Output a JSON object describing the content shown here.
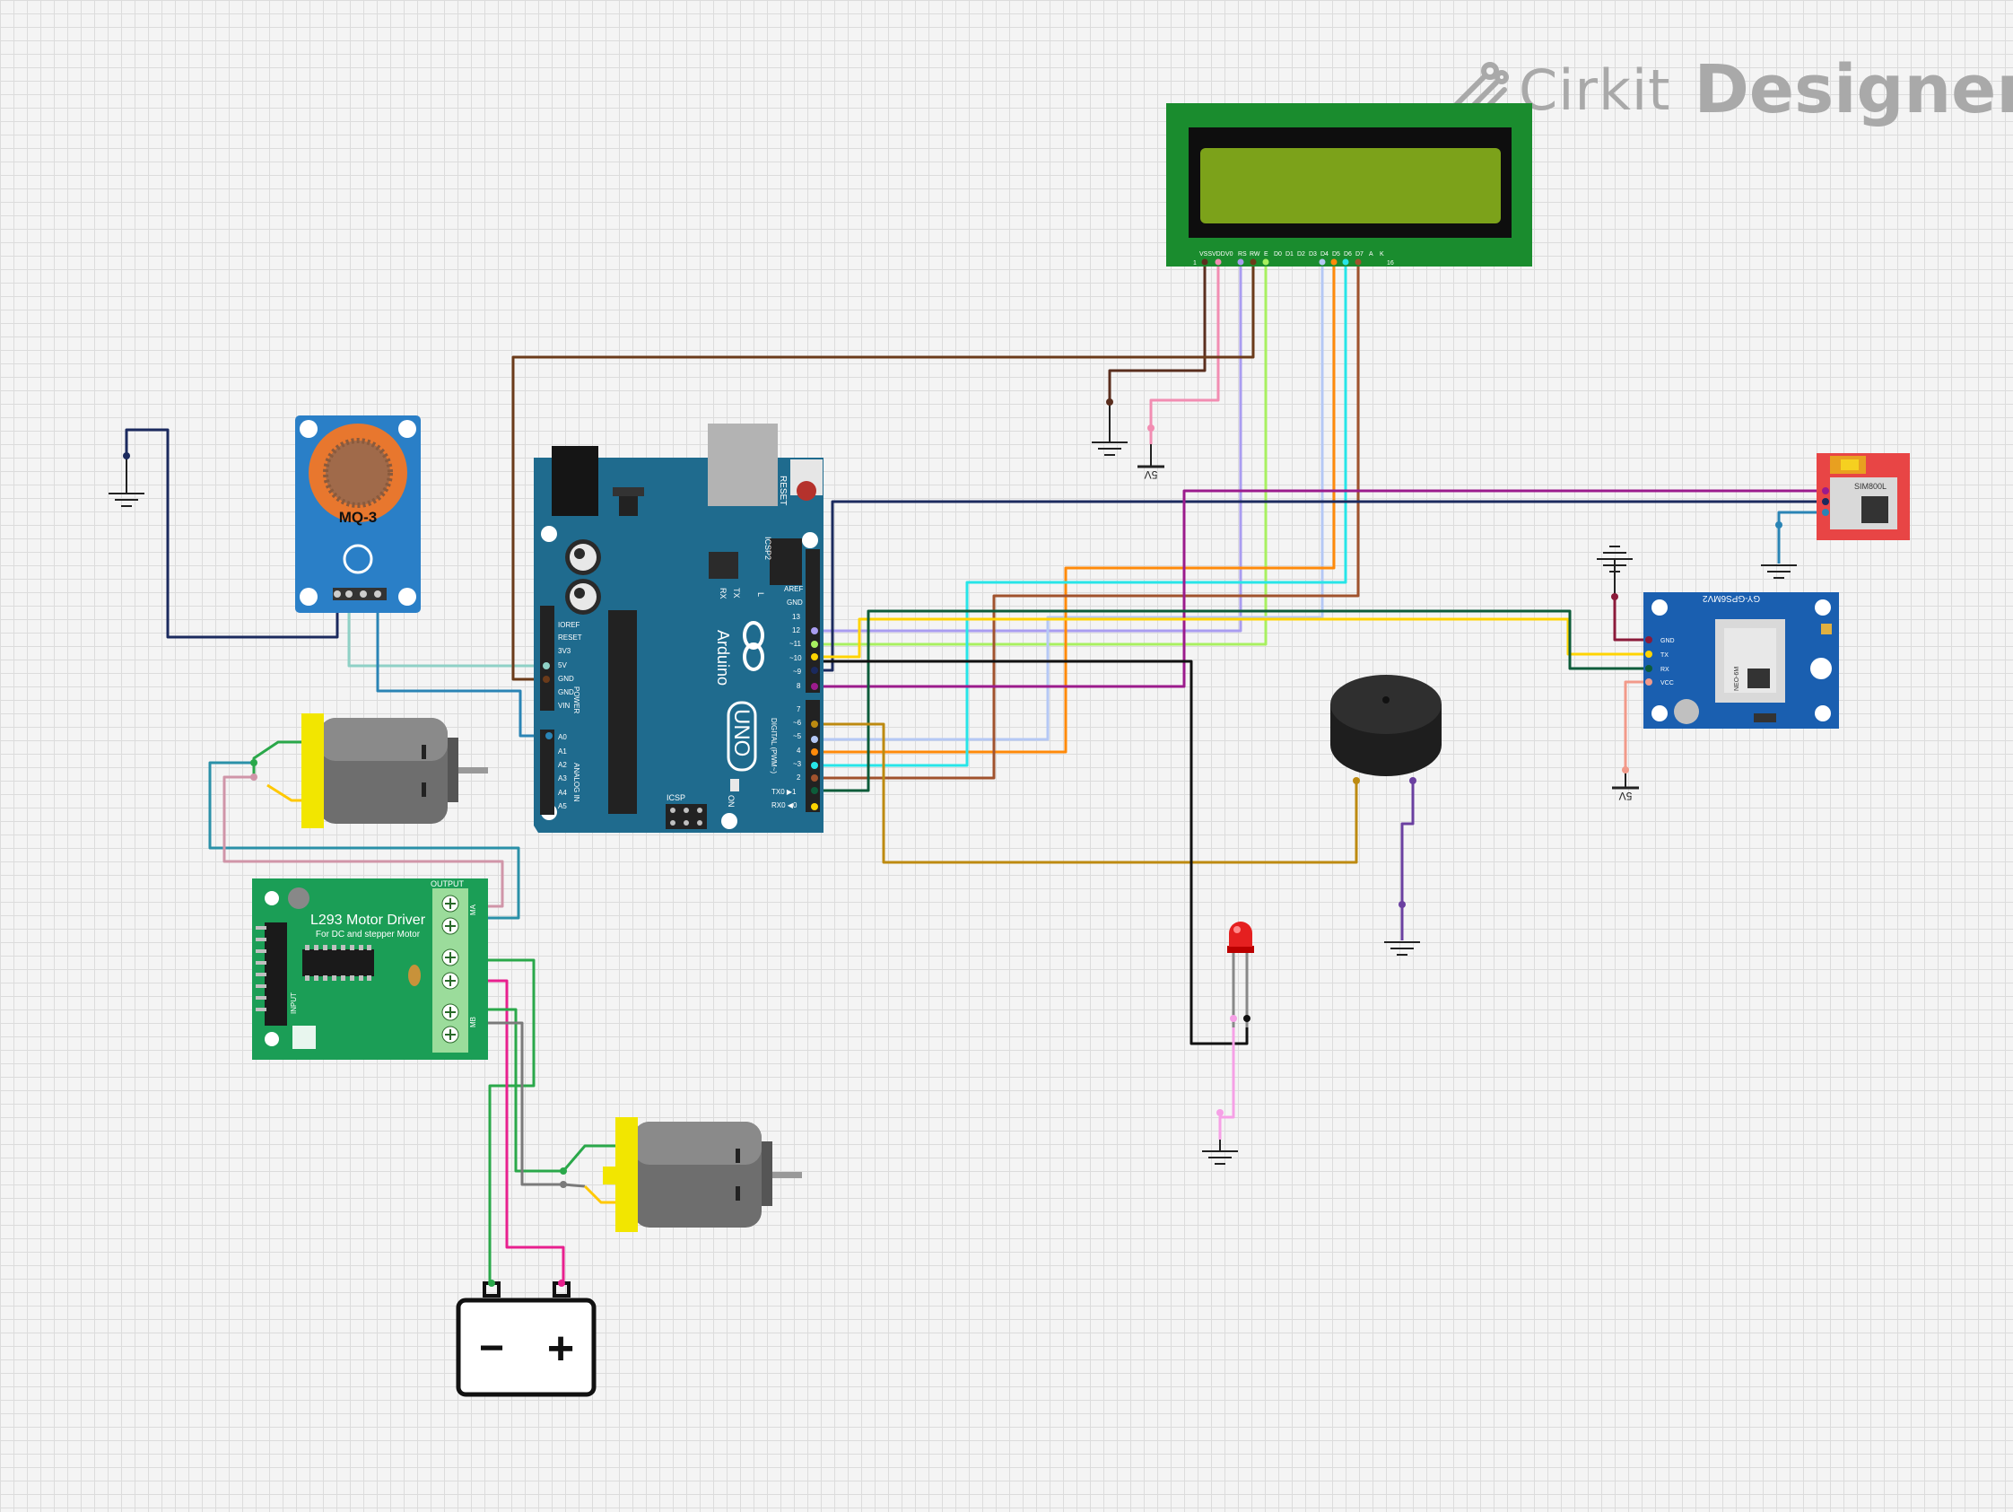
{
  "watermark": {
    "brand": "Cirkit",
    "product": "Designer"
  },
  "components": {
    "mq3": {
      "label": "MQ-3"
    },
    "arduino": {
      "brand": "Arduino",
      "model": "UNO",
      "reset": "RESET",
      "icsp": "ICSP",
      "icsp2": "ICSP2",
      "tx": "TX",
      "rx": "RX",
      "l": "L",
      "on": "ON",
      "power_pins": [
        "IOREF",
        "RESET",
        "3V3",
        "5V",
        "GND",
        "GND",
        "VIN"
      ],
      "analog_pins": [
        "A0",
        "A1",
        "A2",
        "A3",
        "A4",
        "A5"
      ],
      "digital_top": [
        "AREF",
        "GND",
        "13",
        "12",
        "~11",
        "~10",
        "~9",
        "8"
      ],
      "digital_bottom": [
        "7",
        "~6",
        "~5",
        "4",
        "~3",
        "2",
        "TX0 ▶1",
        "RX0 ◀0"
      ],
      "power_label": "POWER",
      "analog_label": "ANALOG IN",
      "digital_label": "DIGITAL (PWM~)"
    },
    "lcd": {
      "pins": [
        "VSS",
        "VDD",
        "V0",
        "RS",
        "RW",
        "E",
        "D0",
        "D1",
        "D2",
        "D3",
        "D4",
        "D5",
        "D6",
        "D7",
        "A",
        "K"
      ],
      "pin_first": "1",
      "pin_last": "16"
    },
    "l293": {
      "title": "L293 Motor Driver",
      "subtitle": "For DC and stepper Motor",
      "output": "OUTPUT",
      "input": "INPUT",
      "ma": "MA",
      "mb": "MB"
    },
    "gps": {
      "label": "GY-GPS6MV2",
      "pins": [
        "GND",
        "TX",
        "RX",
        "VCC"
      ],
      "module": "NEO-6M"
    },
    "gsm": {
      "label": "SIM800L"
    },
    "supply_5v": [
      "5V",
      "5V"
    ],
    "battery": {
      "minus": "−",
      "plus": "+"
    }
  },
  "colors": {
    "arduino": "#1f6b8e",
    "lcd_pcb": "#1a8c2e",
    "lcd_screen": "#7ca21a",
    "mq3_board": "#2a7fc7",
    "mq3_sensor": "#e8772e",
    "l293_board": "#1b9e56",
    "gps_board": "#1a5fb0",
    "gsm_board": "#e84545",
    "motor_cap": "#f2e600"
  }
}
